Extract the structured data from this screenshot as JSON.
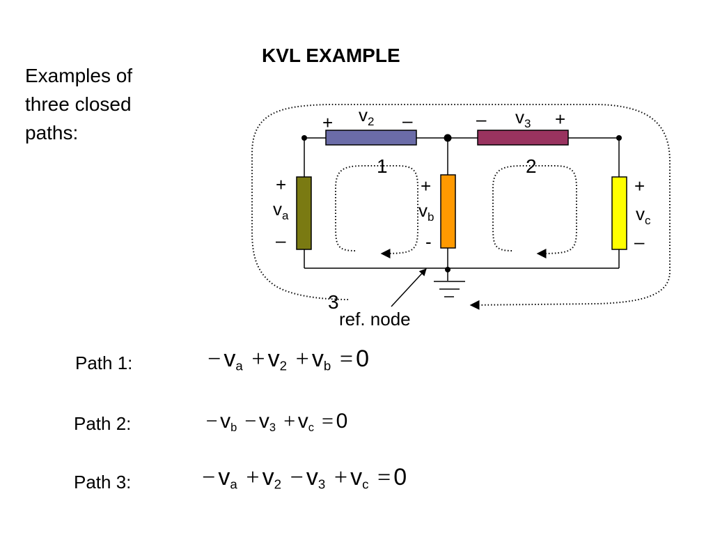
{
  "title": "KVL EXAMPLE",
  "intro_lines": [
    "Examples of",
    "three closed",
    "paths:"
  ],
  "colors": {
    "v2_resistor": "#6b6ca8",
    "v3_resistor": "#99335f",
    "va_resistor": "#7a7a12",
    "vb_resistor": "#ff9900",
    "vc_resistor": "#ffff00"
  },
  "circuit": {
    "plus": "+",
    "minus": "–",
    "minus_b": "-",
    "v_letter": "v",
    "sub_2": "2",
    "sub_3": "3",
    "sub_a": "a",
    "sub_b": "b",
    "sub_c": "c",
    "loop_1": "1",
    "loop_2": "2",
    "loop_3": "3",
    "ref_node": "ref. node"
  },
  "equations": [
    {
      "label": "Path 1:",
      "terms": [
        {
          "op": "−",
          "sub": "a"
        },
        {
          "op": "+",
          "sub": "2"
        },
        {
          "op": "+",
          "sub": "b"
        }
      ],
      "eq": "=",
      "rhs": "0"
    },
    {
      "label": "Path 2:",
      "terms": [
        {
          "op": "−",
          "sub": "b"
        },
        {
          "op": "−",
          "sub": "3"
        },
        {
          "op": "+",
          "sub": "c"
        }
      ],
      "eq": "=",
      "rhs": "0"
    },
    {
      "label": "Path 3:",
      "terms": [
        {
          "op": "−",
          "sub": "a"
        },
        {
          "op": "+",
          "sub": "2"
        },
        {
          "op": "−",
          "sub": "3"
        },
        {
          "op": "+",
          "sub": "c"
        }
      ],
      "eq": "=",
      "rhs": "0"
    }
  ]
}
